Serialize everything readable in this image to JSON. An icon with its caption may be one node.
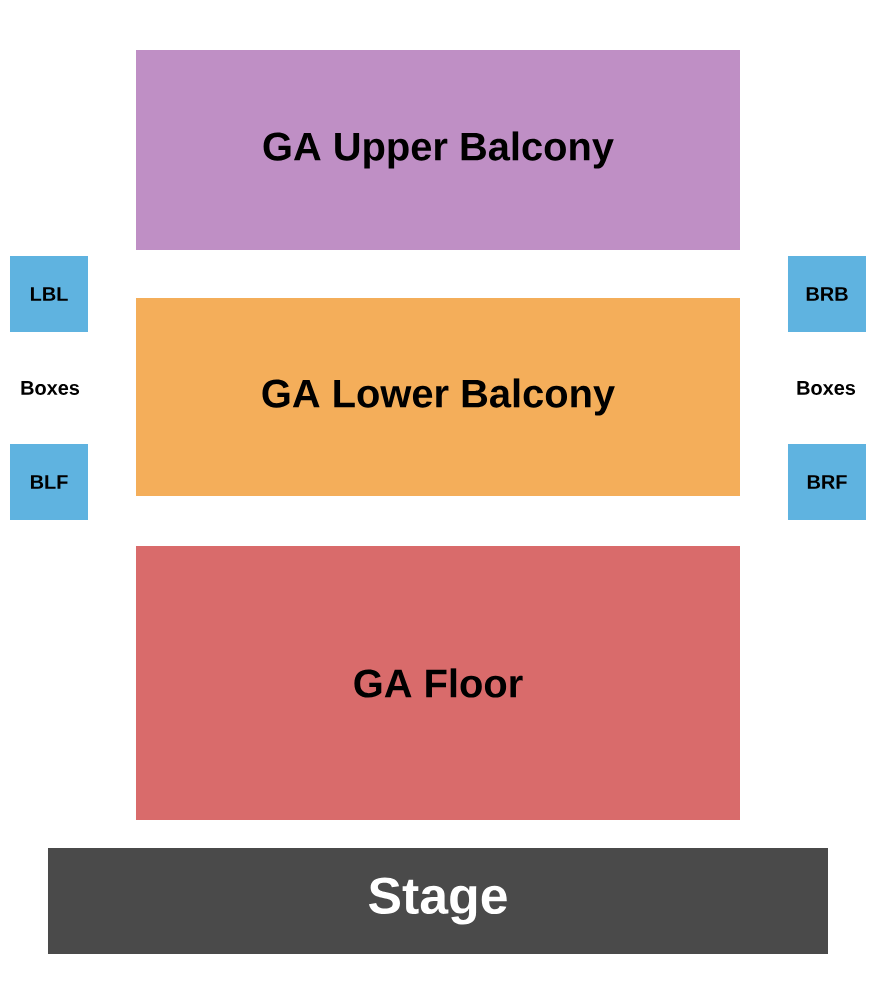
{
  "diagram": {
    "nodes": [
      {
        "text": [
          "GA Upper Balcony"
        ]
      },
      {
        "text": [
          "LBL"
        ]
      },
      {
        "text": [
          "BRB"
        ]
      },
      {
        "text": [
          "GA Lower Balcony"
        ]
      },
      {
        "text": [
          "BLF"
        ]
      },
      {
        "text": [
          "BRF"
        ]
      },
      {
        "text": [
          "GA Floor"
        ]
      },
      {
        "text": [
          "Stage"
        ]
      }
    ],
    "labels": [
      "Boxes",
      "Boxes"
    ]
  }
}
